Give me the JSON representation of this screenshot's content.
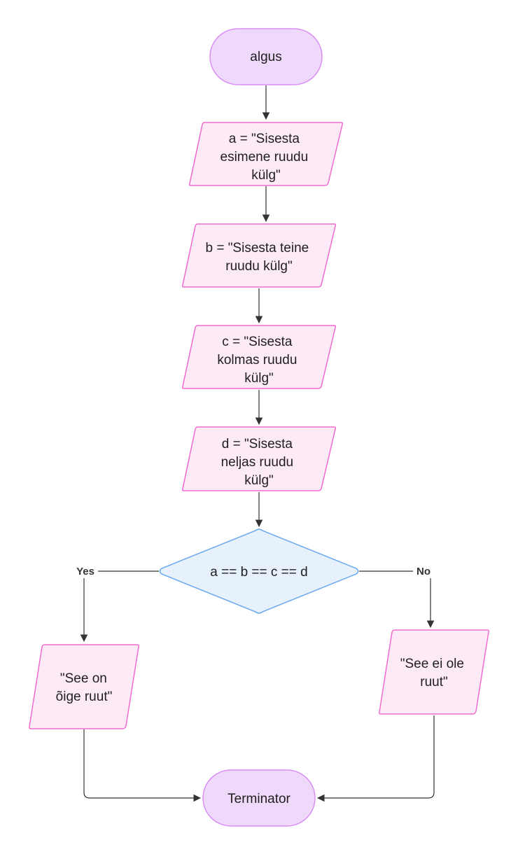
{
  "colors": {
    "terminal_fill": "#efd9fb",
    "terminal_stroke": "#d98ef5",
    "io_fill": "#fdeaf7",
    "io_stroke": "#f06bd0",
    "decision_fill": "#e6f1fc",
    "decision_stroke": "#6aa8ee",
    "edge": "#333333"
  },
  "nodes": {
    "start": {
      "lines": [
        "algus"
      ]
    },
    "input_a": {
      "lines": [
        "a = \"Sisesta",
        "esimene ruudu",
        "külg\""
      ]
    },
    "input_b": {
      "lines": [
        "b = \"Sisesta teine",
        "ruudu külg\""
      ]
    },
    "input_c": {
      "lines": [
        "c = \"Sisesta",
        "kolmas ruudu",
        "külg\""
      ]
    },
    "input_d": {
      "lines": [
        "d = \"Sisesta",
        "neljas ruudu",
        "külg\""
      ]
    },
    "decision": {
      "lines": [
        "a == b == c == d"
      ]
    },
    "output_yes": {
      "lines": [
        "\"See on",
        "õige ruut\""
      ]
    },
    "output_no": {
      "lines": [
        "\"See ei ole",
        "ruut\""
      ]
    },
    "end": {
      "lines": [
        "Terminator"
      ]
    }
  },
  "edge_labels": {
    "yes": "Yes",
    "no": "No"
  }
}
